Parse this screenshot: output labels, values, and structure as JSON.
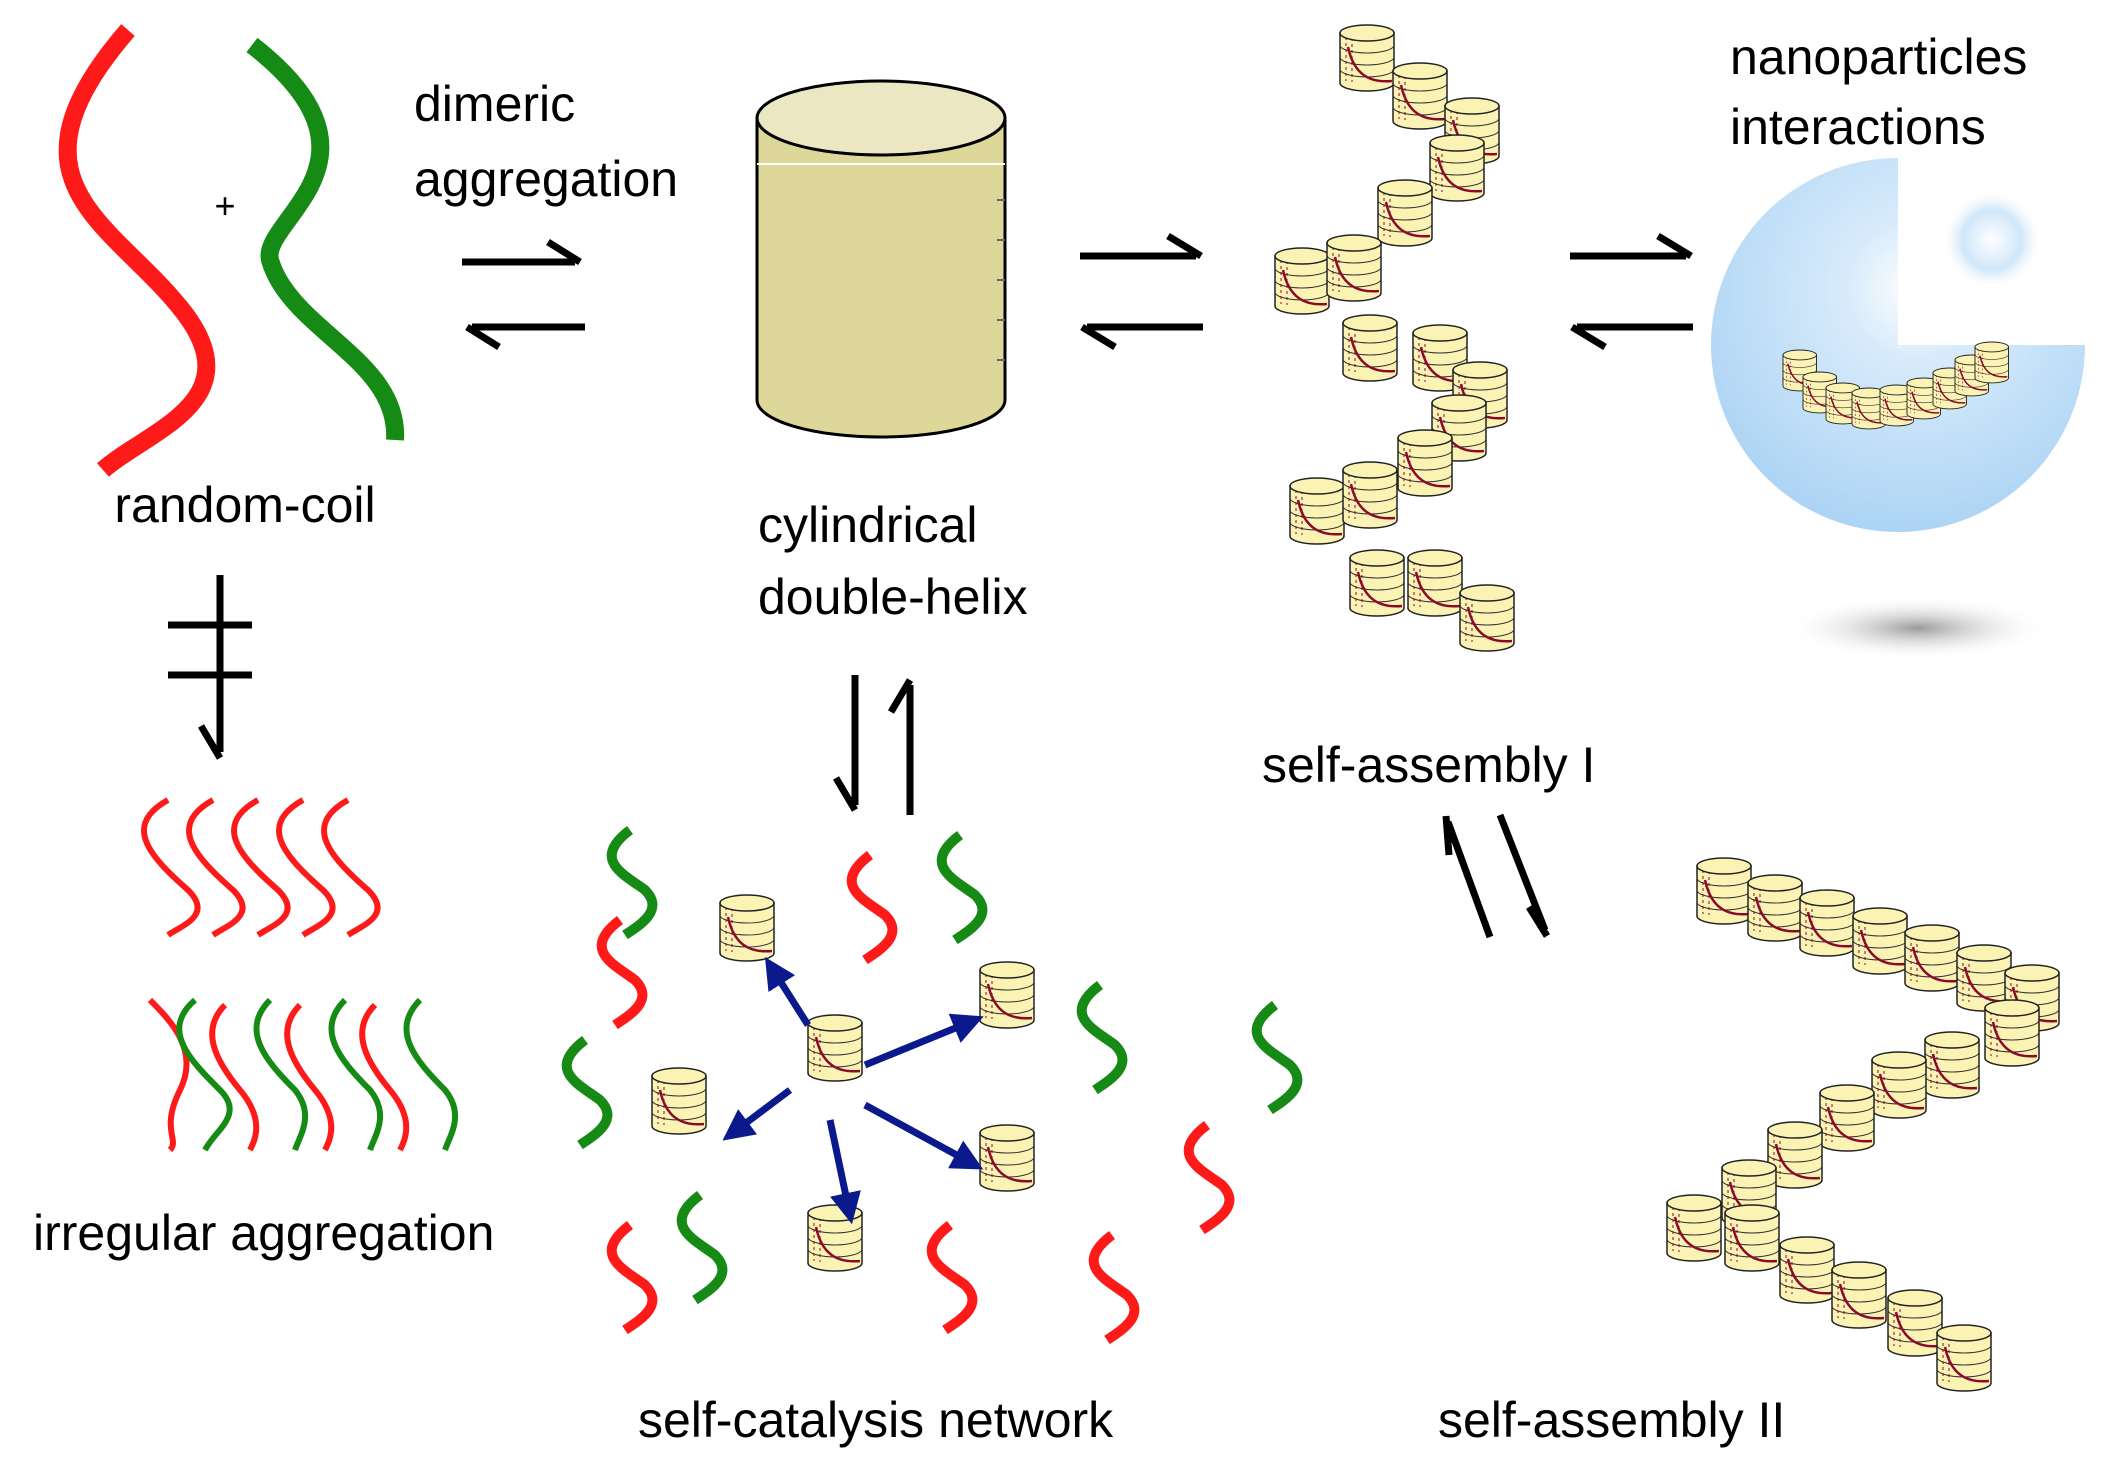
{
  "labels": {
    "random_coil": "random-coil",
    "plus": "+",
    "dimeric_line1": "dimeric",
    "dimeric_line2": "aggregation",
    "cylindrical_line1": "cylindrical",
    "cylindrical_line2": "double-helix",
    "nano_line1": "nanoparticles",
    "nano_line2": "interactions",
    "self_assembly_1": "self-assembly I",
    "self_assembly_2": "self-assembly II",
    "irregular": "irregular aggregation",
    "network": "self-catalysis network"
  },
  "colors": {
    "strand_a": "#ff1a1a",
    "strand_b": "#158a15",
    "cylinder_fill": "#ddd89a",
    "cylinder_top": "#ebe7c3",
    "mini_cylinder": "#fbf3b4",
    "helix_line": "#8b0a2a",
    "catalysis_arrow": "#0a1a8c",
    "nanoparticle": "#a9d3f5"
  }
}
